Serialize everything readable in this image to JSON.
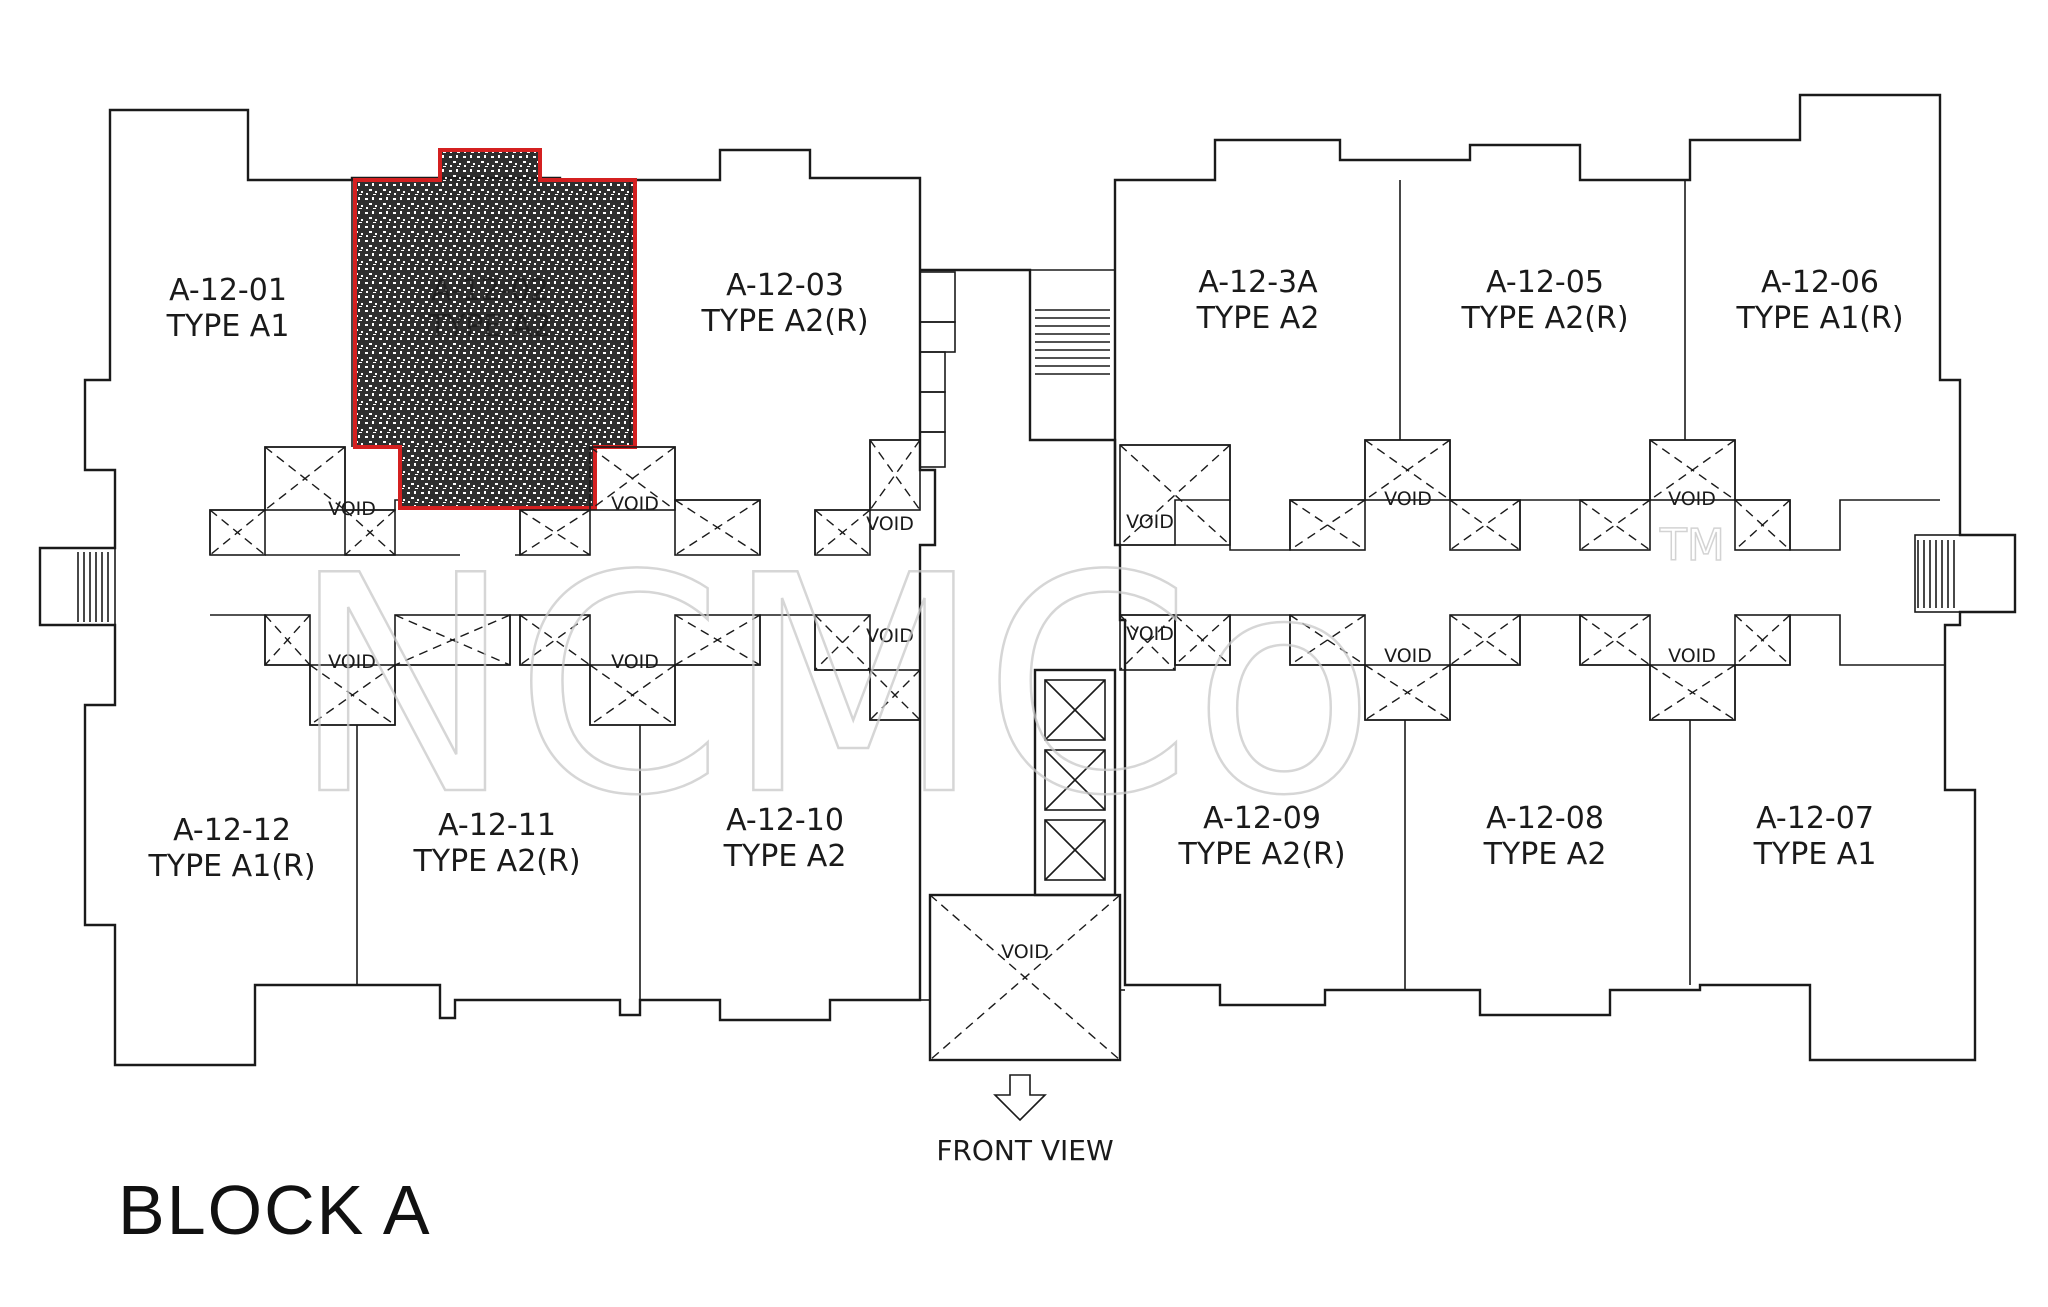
{
  "plan": {
    "block_title": "BLOCK A",
    "front_view_label": "FRONT VIEW",
    "void_label": "VOID",
    "watermark": "NCMCo",
    "watermark_tm": "TM",
    "highlight_color": "#d42020",
    "units_top": [
      {
        "id": "A-12-01",
        "type": "TYPE A1"
      },
      {
        "id": "A-12-02",
        "type": "TYPE A2",
        "highlighted": true
      },
      {
        "id": "A-12-03",
        "type": "TYPE A2(R)"
      },
      {
        "id": "A-12-3A",
        "type": "TYPE A2"
      },
      {
        "id": "A-12-05",
        "type": "TYPE A2(R)"
      },
      {
        "id": "A-12-06",
        "type": "TYPE A1(R)"
      }
    ],
    "units_bottom": [
      {
        "id": "A-12-12",
        "type": "TYPE A1(R)"
      },
      {
        "id": "A-12-11",
        "type": "TYPE A2(R)"
      },
      {
        "id": "A-12-10",
        "type": "TYPE A2"
      },
      {
        "id": "A-12-09",
        "type": "TYPE A2(R)"
      },
      {
        "id": "A-12-08",
        "type": "TYPE A2"
      },
      {
        "id": "A-12-07",
        "type": "TYPE A1"
      }
    ]
  }
}
